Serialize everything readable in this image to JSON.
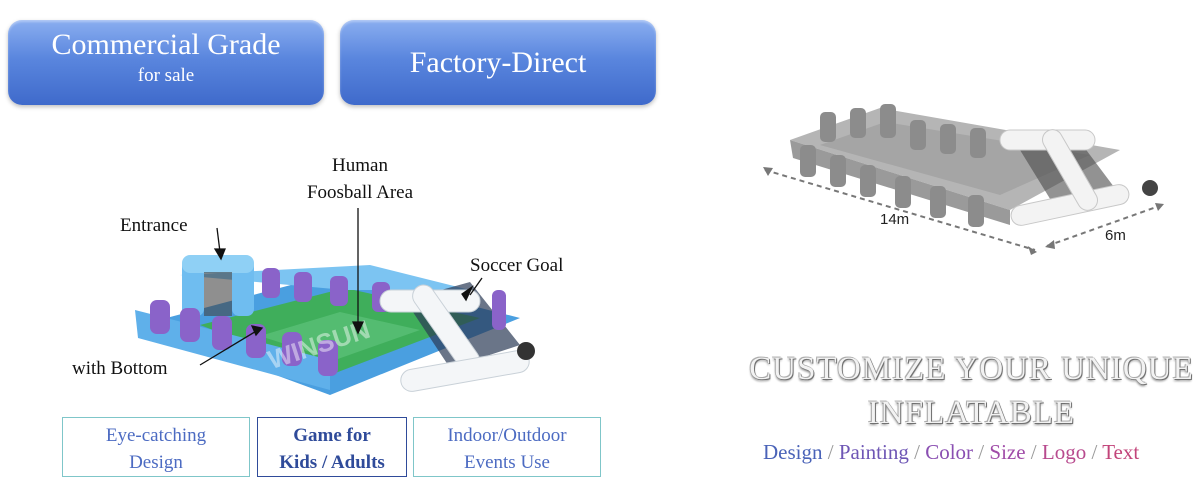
{
  "pills": {
    "commercial": {
      "line1": "Commercial Grade",
      "line2": "for sale"
    },
    "factory": {
      "label": "Factory-Direct"
    }
  },
  "callouts": {
    "human_line1": "Human",
    "human_line2": "Foosball Area",
    "entrance": "Entrance",
    "soccer_goal": "Soccer Goal",
    "with_bottom": "with Bottom"
  },
  "features": [
    {
      "line1": "Eye-catching",
      "line2": "Design"
    },
    {
      "line1": "Game for",
      "line2": "Kids / Adults"
    },
    {
      "line1": "Indoor/Outdoor",
      "line2": "Events Use"
    }
  ],
  "dimensions": {
    "length": "14m",
    "width": "6m"
  },
  "customize": {
    "line1": "CUSTOMIZE YOUR UNIQUE",
    "line2": "INFLATABLE",
    "options": [
      "Design",
      "Painting",
      "Color",
      "Size",
      "Logo",
      "Text"
    ],
    "separator": " / "
  },
  "watermark": "WINSUN",
  "colors": {
    "pill_blue": "#5a86de",
    "inflatable_blue": "#5fb0ea",
    "inflatable_purple": "#8a63c9",
    "field_green": "#3fae5b",
    "feature_text": "#4c6bc2"
  }
}
